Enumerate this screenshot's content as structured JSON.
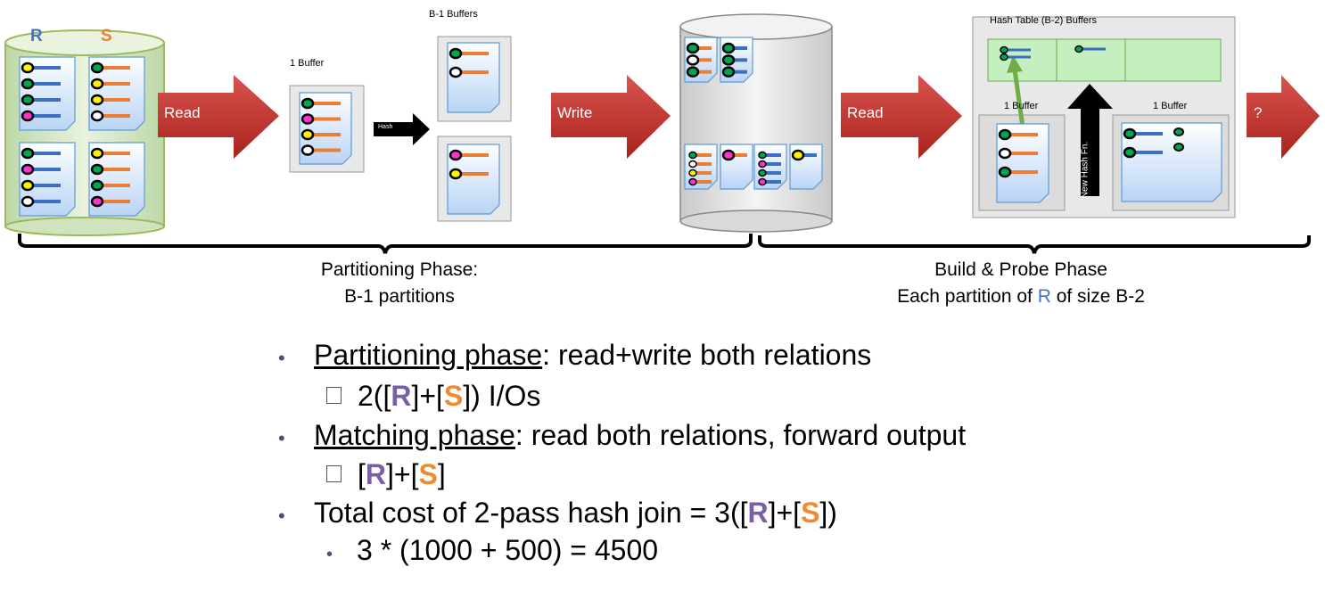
{
  "diagram": {
    "relation_labels": {
      "r": "R",
      "s": "S"
    },
    "arrows": {
      "read1": "Read",
      "hash": "Hash",
      "write": "Write",
      "read2": "Read",
      "next": "?"
    },
    "buffers": {
      "input_buffer": "1 Buffer",
      "output_buffers": "B-1 Buffers",
      "hash_table": "Hash Table (B-2) Buffers",
      "build_buffer": "1 Buffer",
      "probe_buffer": "1 Buffer",
      "new_hash": "New Hash Fn."
    },
    "phases": {
      "partition_line1": "Partitioning Phase:",
      "partition_line2": "B-1 partitions",
      "build_line1": "Build & Probe Phase",
      "build_line2_pre": "Each partition of ",
      "build_line2_r": "R",
      "build_line2_post": " of size B-2"
    },
    "colors": {
      "arrow_red": "#c0302c",
      "page_blue": "#cfe2fb",
      "hash_green": "#c6efc0",
      "bar_blue": "#3a6fc4",
      "bar_orange": "#ed7d31"
    }
  },
  "bullets": {
    "b1_term": "Partitioning phase",
    "b1_rest": ": read+write both relations",
    "b1_sub_pre": "2([",
    "b1_sub_r": "R",
    "b1_sub_mid": "]+[",
    "b1_sub_s": "S",
    "b1_sub_post": "]) I/Os",
    "b2_term": "Matching phase",
    "b2_rest": ": read both relations, forward output",
    "b2_sub_pre": "[",
    "b2_sub_r": "R",
    "b2_sub_mid": "]+[",
    "b2_sub_s": "S",
    "b2_sub_post": "]",
    "b3_pre": "Total cost of 2-pass hash join = 3([",
    "b3_r": "R",
    "b3_mid": "]+[",
    "b3_s": "S",
    "b3_post": "])",
    "b3_sub": "3 * (1000 + 500) = 4500"
  }
}
